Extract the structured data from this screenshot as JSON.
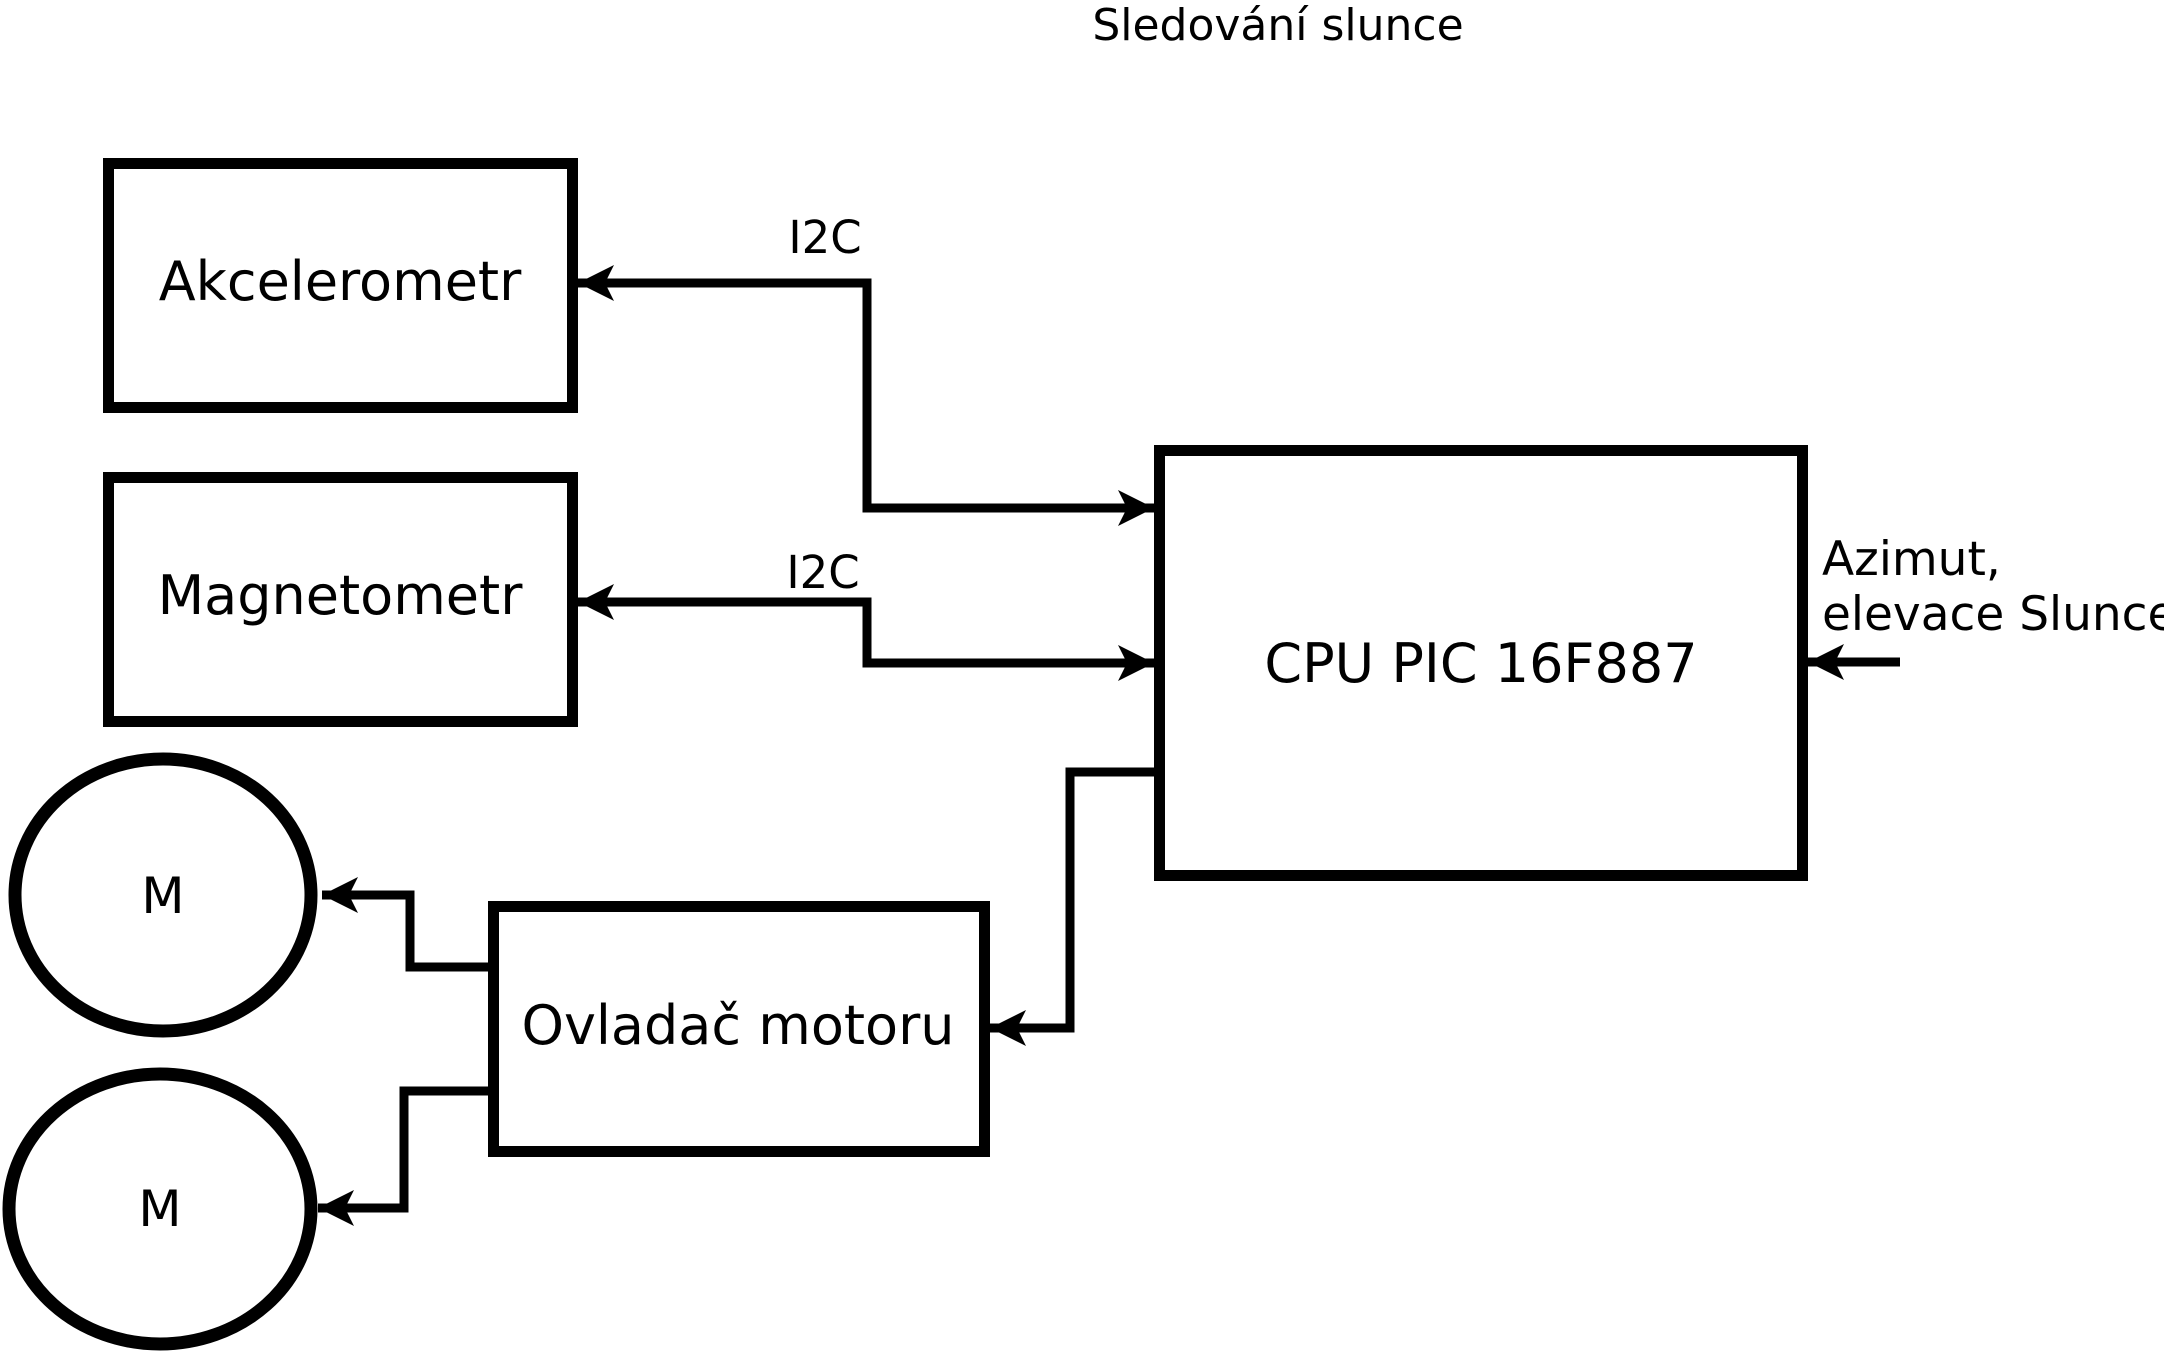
{
  "title": "Sledování slunce",
  "nodes": {
    "akcelerometr": {
      "label": "Akcelerometr"
    },
    "magnetometr": {
      "label": "Magnetometr"
    },
    "cpu": {
      "label": "CPU PIC 16F887"
    },
    "motor_driver": {
      "label": "Ovladač motoru"
    },
    "motor1": {
      "label": "M"
    },
    "motor2": {
      "label": "M"
    }
  },
  "edges": {
    "i2c_akcelerometr": {
      "label": "I2C"
    },
    "i2c_magnetometr": {
      "label": "I2C"
    }
  },
  "external_input": {
    "line1": "Azimut,",
    "line2": "elevace Slunce"
  },
  "colors": {
    "ink": "#000000",
    "background": "#ffffff"
  }
}
